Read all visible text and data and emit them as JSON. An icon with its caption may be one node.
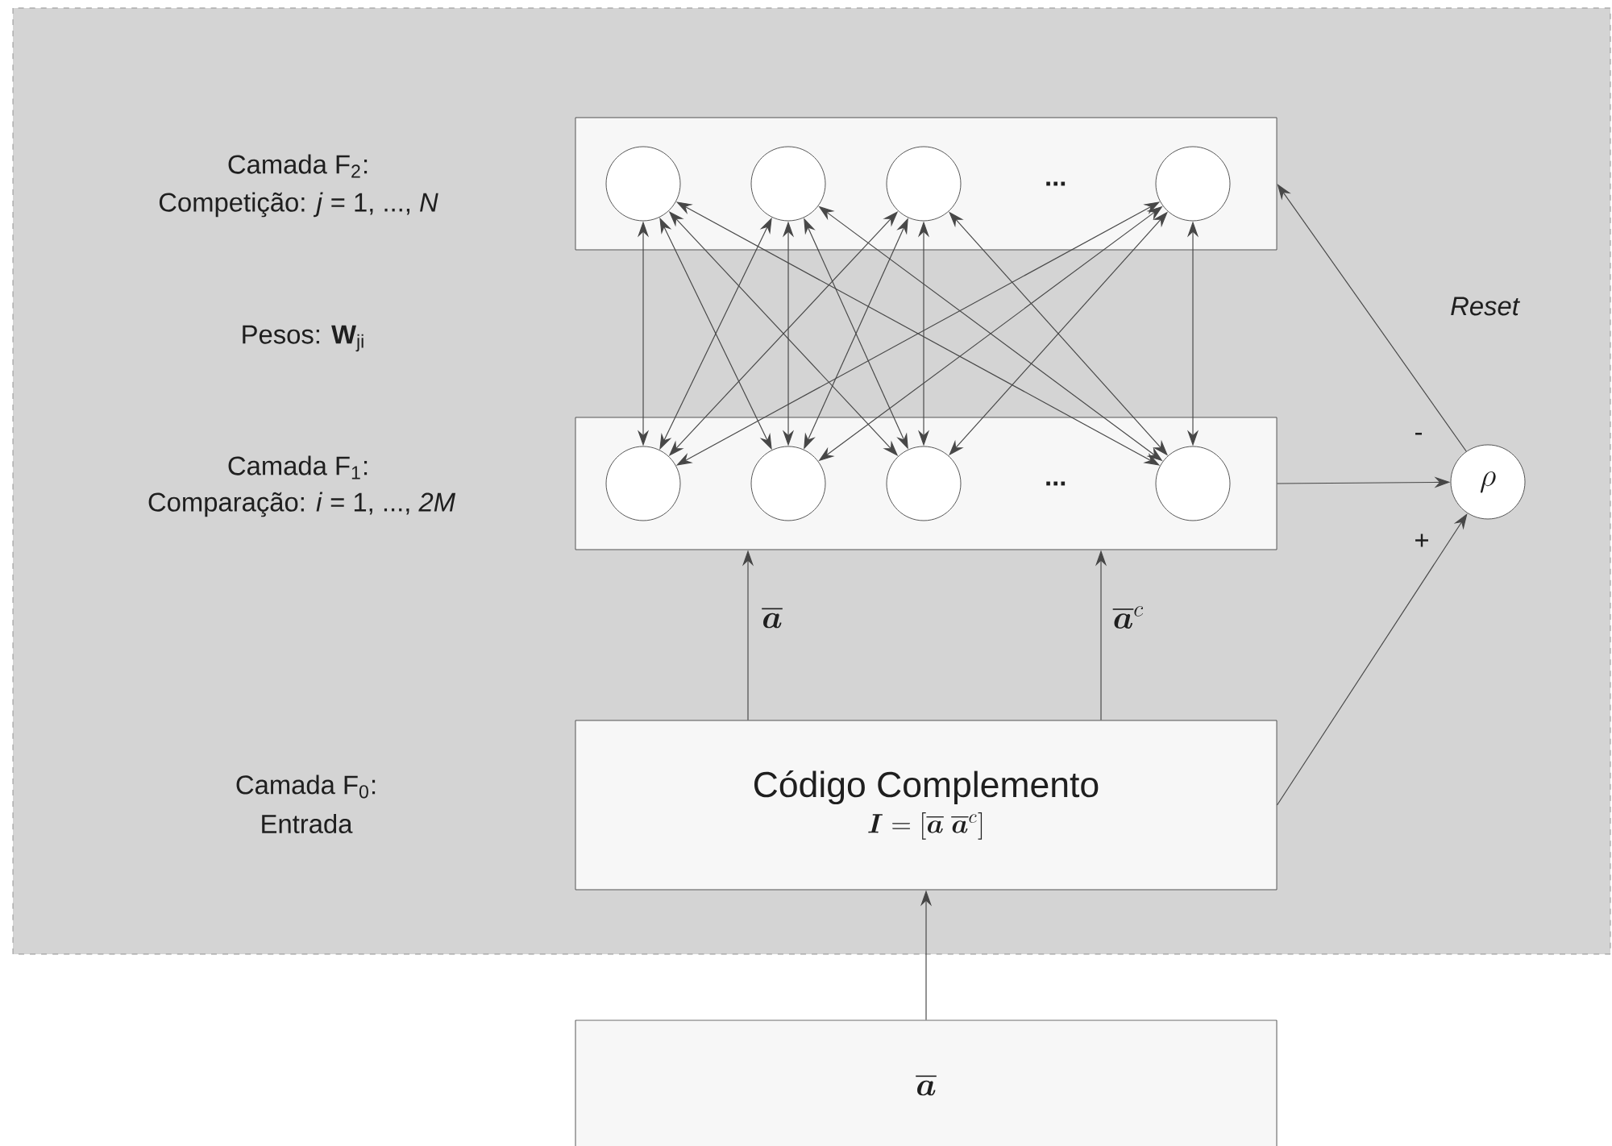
{
  "diagram": {
    "nodes": [
      {
        "text": [
          "..."
        ]
      },
      {
        "text": [],
        "shape": "circle",
        "in": 0
      },
      {
        "text": [],
        "shape": "circle",
        "in": 0
      },
      {
        "text": [],
        "shape": "circle",
        "in": 0
      },
      {
        "text": [],
        "shape": "circle",
        "in": 0
      },
      {
        "text": [
          "..."
        ]
      },
      {
        "text": [],
        "shape": "circle",
        "in": 5
      },
      {
        "text": [],
        "shape": "circle",
        "in": 5
      },
      {
        "text": [],
        "shape": "circle",
        "in": 5
      },
      {
        "text": [],
        "shape": "circle",
        "in": 5
      },
      {
        "text": [
          "\\rho"
        ]
      },
      {
        "text": [
          "Código Complemento",
          "\\boldsymbol{I}=\\left[\\overline{\\boldsymbol{a}}\\;\\overline{\\boldsymbol{a}}^{c}\\right]"
        ]
      },
      {
        "text": [
          "\\overline{\\boldsymbol{a}}"
        ]
      }
    ],
    "edges": [
      {
        "from": 6,
        "to": 1,
        "arrow": "both"
      },
      {
        "from": 6,
        "to": 2,
        "arrow": "both"
      },
      {
        "from": 6,
        "to": 3,
        "arrow": "both"
      },
      {
        "from": 6,
        "to": 4,
        "arrow": "both"
      },
      {
        "from": 7,
        "to": 1,
        "arrow": "both"
      },
      {
        "from": 7,
        "to": 2,
        "arrow": "both"
      },
      {
        "from": 7,
        "to": 3,
        "arrow": "both"
      },
      {
        "from": 7,
        "to": 4,
        "arrow": "both"
      },
      {
        "from": 8,
        "to": 1,
        "arrow": "both"
      },
      {
        "from": 8,
        "to": 2,
        "arrow": "both"
      },
      {
        "from": 8,
        "to": 3,
        "arrow": "both"
      },
      {
        "from": 8,
        "to": 4,
        "arrow": "both"
      },
      {
        "from": 9,
        "to": 1,
        "arrow": "both"
      },
      {
        "from": 9,
        "to": 2,
        "arrow": "both"
      },
      {
        "from": 9,
        "to": 3,
        "arrow": "both"
      },
      {
        "from": 9,
        "to": 4,
        "arrow": "both"
      },
      {
        "from": 5,
        "to": 10,
        "arrow": "to",
        "label": "-"
      },
      {
        "from": 11,
        "to": 5,
        "arrow": "to",
        "label": "\\overline{\\boldsymbol{a}}"
      },
      {
        "from": 11,
        "to": 5,
        "arrow": "to",
        "label": "\\overline{\\boldsymbol{a}}^{c}"
      },
      {
        "from": 11,
        "to": 10,
        "arrow": "to",
        "label": "+"
      },
      {
        "from": 10,
        "to": 0,
        "arrow": "to",
        "label": "Reset"
      },
      {
        "from": 12,
        "to": 11,
        "arrow": "to"
      }
    ],
    "labels": [
      "Camada F$_{2}$:",
      "Competição: *j* = 1, ..., *N*",
      "Pesos: **W**$_{ji}$",
      "Camada F$_{1}$:",
      "Comparação: *i* = 1, ..., *2M*",
      "Camada F$_{0}$:",
      "Entrada"
    ]
  }
}
